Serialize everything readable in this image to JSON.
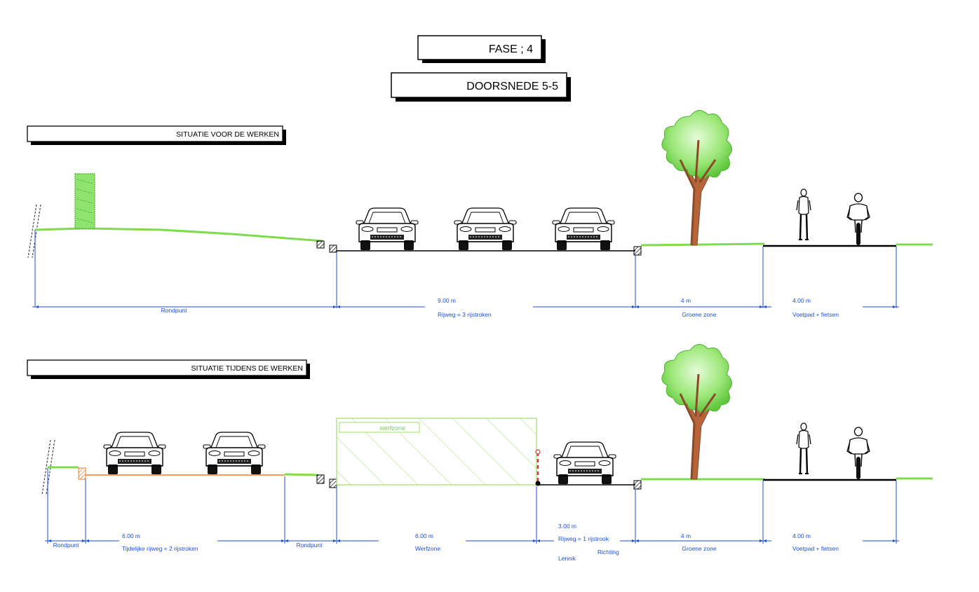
{
  "header": {
    "phase": "FASE ; 4",
    "section": "DOORSNEDE 5-5"
  },
  "before": {
    "title": "SITUATIE VOOR DE WERKEN",
    "dims": {
      "rondpunt": "Rondpunt",
      "road_width": "9.00 m",
      "road_label": "Rijweg = 3 rijstroken",
      "green_width": "4 m",
      "green_label": "Groene zone",
      "path_width": "4.00 m",
      "path_label": "Voetpad + fietsen"
    }
  },
  "during": {
    "title": "SITUATIE TIJDENS DE WERKEN",
    "worksite_tag": "werfzone",
    "dims": {
      "rondpunt_left": "Rondpunt",
      "temp_width": "6.00 m",
      "temp_label": "Tijdelijke rijweg = 2 rijstroken",
      "rondpunt_mid": "Rondpunt",
      "work_width": "6.00 m",
      "work_label": "Werfzone",
      "lane_width": "3.00 m",
      "lane_label": "Rijweg = 1 rijstrook",
      "direction": "Richting",
      "town": "Lennik",
      "green_width": "4 m",
      "green_label": "Groene zone",
      "path_width": "4.00 m",
      "path_label": "Voetpad + fietsen"
    }
  },
  "colors": {
    "grass": "#7ddc4c",
    "dimension": "#1e4fd6",
    "temporary_road": "#f07a2a",
    "worksite": "#9ee06a",
    "tree_trunk": "#b7643a",
    "tree_crown": "#8fe36f"
  }
}
